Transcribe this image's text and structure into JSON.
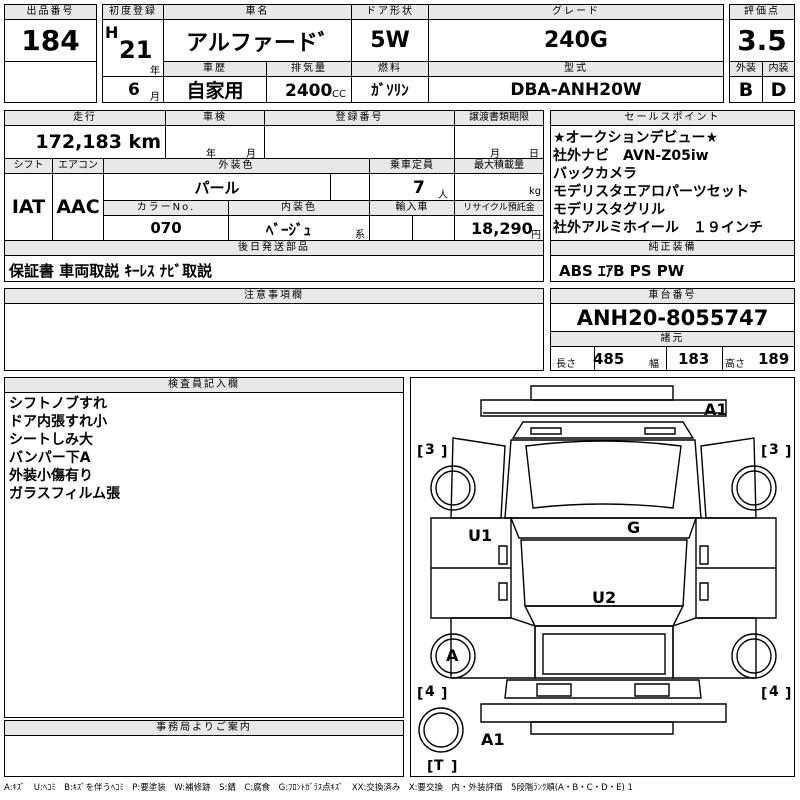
{
  "header": {
    "lot_label": "出品番号",
    "lot_value": "184",
    "first_reg_label": "初度登録",
    "era": "H",
    "year": "21",
    "year_unit": "年",
    "month": "6",
    "month_unit": "月",
    "car_name_label": "車名",
    "car_name": "アルファードﾞ",
    "door_label": "ドア形状",
    "door": "5W",
    "grade_label": "グレード",
    "grade": "240G",
    "score_label": "評価点",
    "score": "3.5",
    "history_label": "車歴",
    "history": "自家用",
    "displacement_label": "排気量",
    "displacement": "2400",
    "displacement_unit": "CC",
    "fuel_label": "燃料",
    "fuel": "ｶﾞｿﾘﾝ",
    "model_label": "型式",
    "model": "DBA-ANH20W",
    "exterior_label": "外装",
    "exterior": "B",
    "interior_label": "内装",
    "interior": "D"
  },
  "row2": {
    "mileage_label": "走行",
    "mileage": "172,183 km",
    "inspection_label": "車検",
    "insp_year_unit": "年",
    "insp_month_unit": "月",
    "reg_no_label": "登録番号",
    "transfer_label": "譲渡書類期限",
    "transfer_month_unit": "月",
    "transfer_day_unit": "日",
    "shift_label": "シフト",
    "shift": "IAT",
    "ac_label": "エアコン",
    "ac": "AAC",
    "color_label": "外装色",
    "color": "パール",
    "capacity_label": "乗車定員",
    "capacity": "7",
    "capacity_unit": "人",
    "load_label": "最大積載量",
    "load_unit": "kg",
    "color_no_label": "カラーNo.",
    "color_no": "070",
    "int_color_label": "内装色",
    "int_color": "ﾍﾞｰｼﾞｭ",
    "int_color_unit": "系",
    "import_label": "輸入車",
    "recycle_label": "リサイクル預託金",
    "recycle": "18,290",
    "recycle_unit": "円"
  },
  "sales_point": {
    "label": "セールスポイント",
    "lines": [
      "★オークションデビュー★",
      "社外ナビ　AVN-Z05iw",
      "バックカメラ",
      "モデリスタエアロパーツセット",
      "モデリスタグリル",
      "社外アルミホイール　１９インチ"
    ]
  },
  "deferred": {
    "label": "後日発送部品",
    "value": "保証書 車両取説 ｷｰﾚｽ ﾅﾋﾞ取説"
  },
  "genuine": {
    "label": "純正装備",
    "value": "ABS ｴｱB PS PW"
  },
  "caution": {
    "label": "注意事項欄"
  },
  "chassis": {
    "label": "車台番号",
    "value": "ANH20-8055747"
  },
  "dims": {
    "label": "諸元",
    "length_label": "長さ",
    "length": "485",
    "width_label": "幅",
    "width": "183",
    "height_label": "高さ",
    "height": "189"
  },
  "inspector": {
    "label": "検査員記入欄",
    "lines": [
      "シフトノブすれ",
      "ドア内張すれ小",
      "シートしみ大",
      "バンパー下A",
      "外装小傷有り",
      "ガラスフィルム張"
    ]
  },
  "office": {
    "label": "事務局よりご案内"
  },
  "diagram": {
    "marks": {
      "a1_top": "A1",
      "g": "G",
      "u1": "U1",
      "u2": "U2",
      "a": "A",
      "a1_bottom": "A1",
      "t": "T"
    },
    "tire_left_front": "3",
    "tire_right_front": "3",
    "tire_left_rear": "4",
    "tire_right_rear": "4"
  },
  "legend": "A:ｷｽﾞ　U:ﾍｺﾐ　B:ｷｽﾞを伴うﾍｺﾐ　P:要塗装　W:補修跡　S:錆　C:腐食　G:ﾌﾛﾝﾄｶﾞﾗｽ点ｷｽﾞ　XX:交換済み　X:要交換　内・外装評価　5段階ﾗﾝｸ順(A・B・C・D・E) 1"
}
